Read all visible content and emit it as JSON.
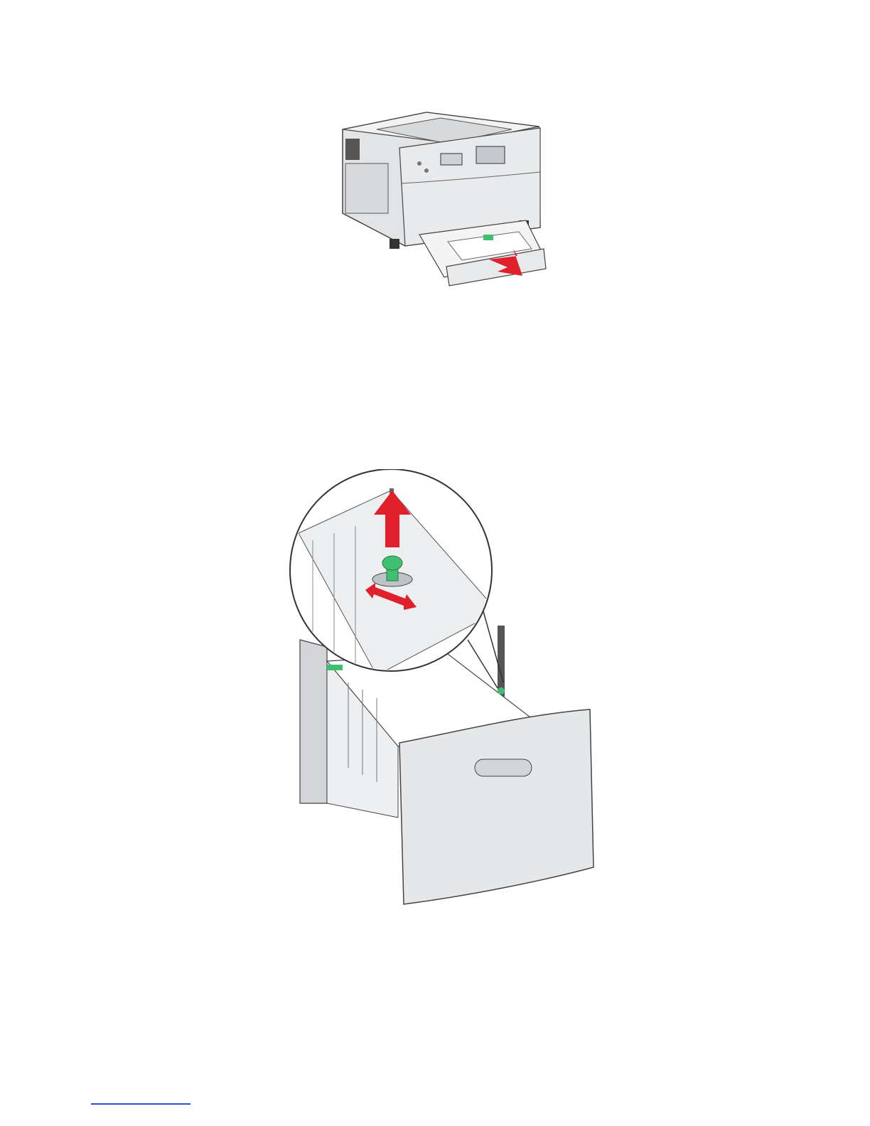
{
  "page": {
    "background": "#ffffff",
    "accent_colors": {
      "arrow": "#e0202a",
      "knob": "#3fbf6f",
      "link": "#2b4fd6"
    }
  },
  "figures": [
    {
      "id": "printer-insert-tray",
      "icon": "printer-with-tray-arrow-illustration"
    },
    {
      "id": "tray-guide-adjust",
      "icon": "paper-tray-guide-zoom-illustration"
    }
  ],
  "footer": {
    "link_text": ""
  }
}
